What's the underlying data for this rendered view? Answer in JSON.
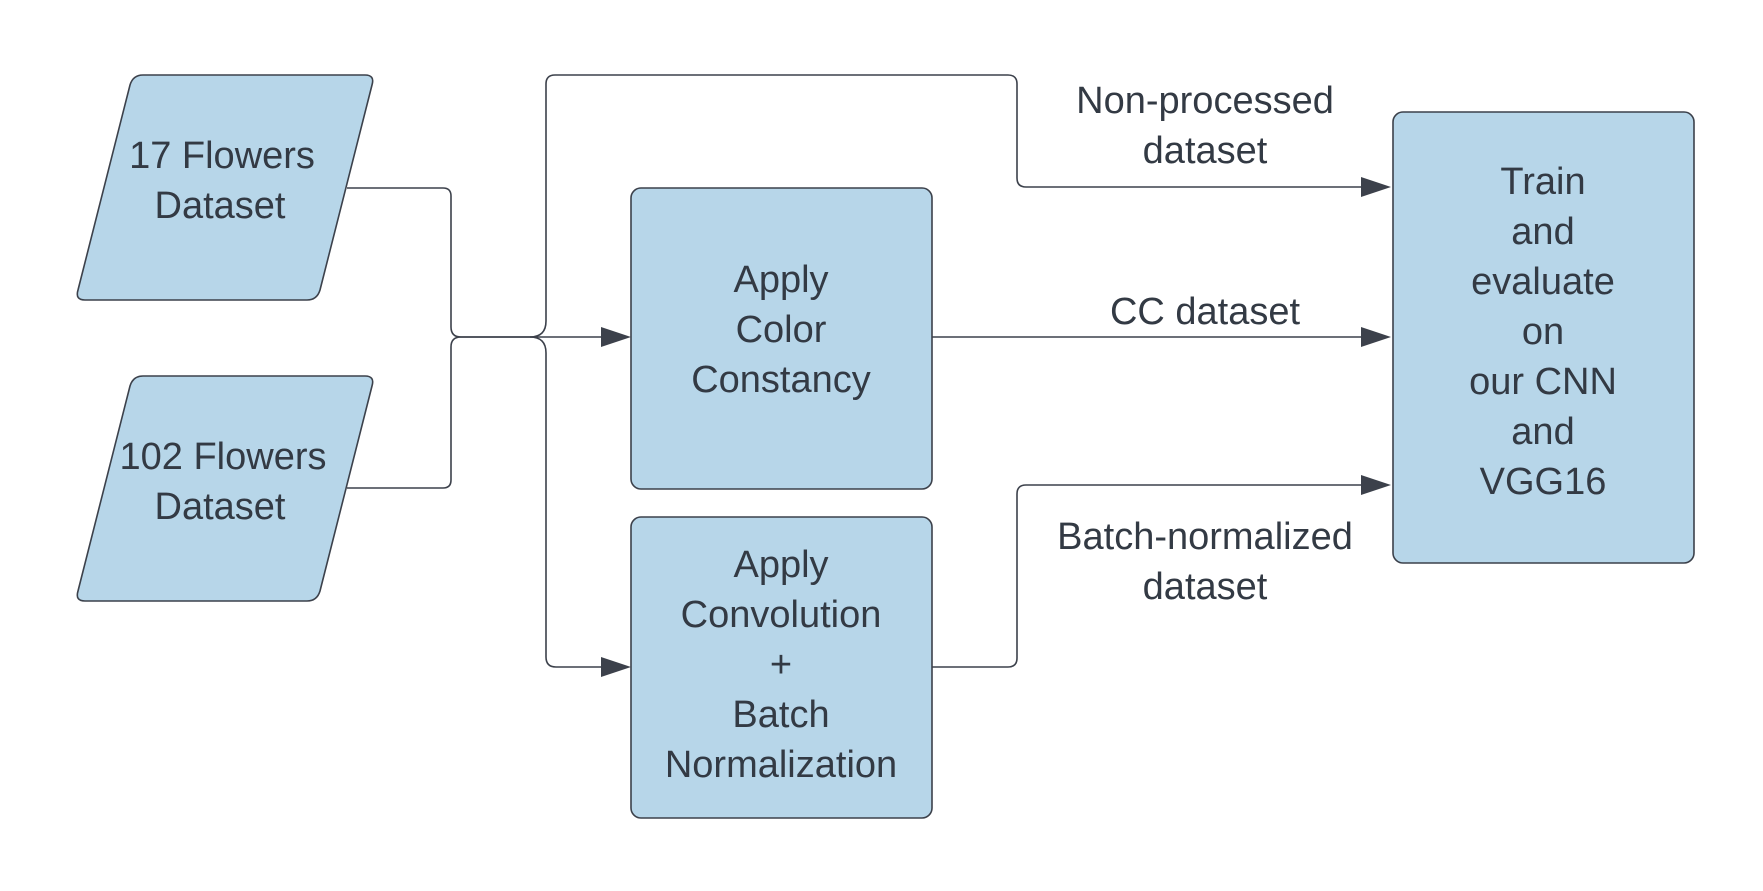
{
  "colors": {
    "node_fill": "#b7d6e9",
    "node_stroke": "#3c414b",
    "text": "#333a44"
  },
  "nodes": {
    "flowers17": {
      "line1": "17 Flowers",
      "line2": "Dataset"
    },
    "flowers102": {
      "line1": "102 Flowers",
      "line2": "Dataset"
    },
    "color_constancy": {
      "line1": "Apply",
      "line2": "Color",
      "line3": "Constancy"
    },
    "conv_bn": {
      "line1": "Apply",
      "line2": "Convolution",
      "line3": "+",
      "line4": "Batch",
      "line5": "Normalization"
    },
    "train_eval": {
      "line1": "Train",
      "line2": "and",
      "line3": "evaluate",
      "line4": "on",
      "line5": "our CNN",
      "line6": "and",
      "line7": "VGG16"
    }
  },
  "edges": {
    "non_processed": {
      "line1": "Non-processed",
      "line2": "dataset"
    },
    "cc": {
      "line1": "CC dataset"
    },
    "batch_normalized": {
      "line1": "Batch-normalized",
      "line2": "dataset"
    }
  }
}
